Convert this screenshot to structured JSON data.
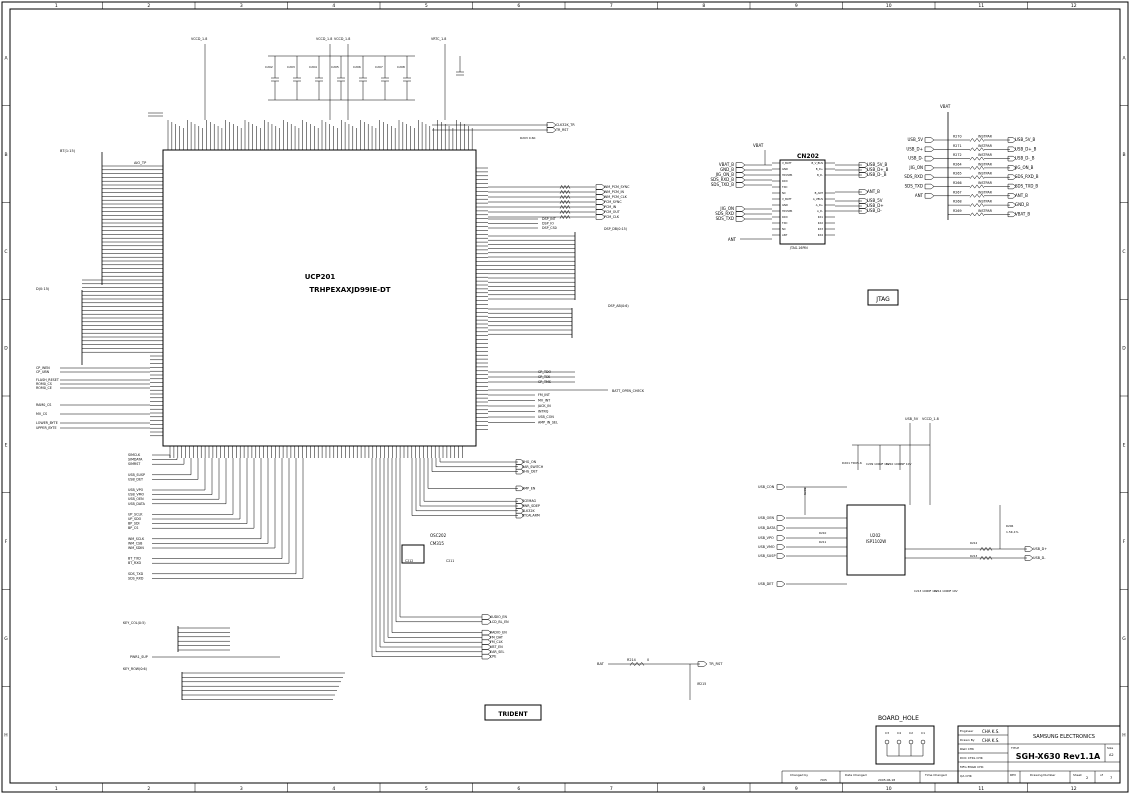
{
  "grid": {
    "columns": [
      "1",
      "2",
      "3",
      "4",
      "5",
      "6",
      "7",
      "8",
      "9",
      "10",
      "11",
      "12"
    ],
    "rows": [
      "A",
      "B",
      "C",
      "D",
      "E",
      "F",
      "G",
      "H"
    ]
  },
  "ucp": {
    "ref": "UCP201",
    "part": "TRHPEXAXJD99IE-DT",
    "addr_prefix": "A_D",
    "data_prefix": "D",
    "left_bus_label": "BT(1:15)",
    "data_bus_label": "D(0:15)",
    "aio_tp": "AIO_TP",
    "left_signals": [
      "CP_WEN",
      "CP_UBN",
      "FLASH_RESET",
      "ROM0_CS",
      "ROM0_CE",
      "RAM0_CS",
      "MV_CS",
      "LOWER_BYTE",
      "UPPER_BYTE"
    ],
    "right_signals": [
      "WM_PCM_SYNC",
      "WM_PCM_IN",
      "WM_PCM_CLK",
      "PCM_SYNC",
      "PCM_IN",
      "PCM_OUT",
      "PCM_CLK"
    ],
    "dsp_signals": [
      "DSP_INT",
      "DSP_IO",
      "DSP_CS0"
    ],
    "dsp_bus": "DSP_DB(0:15)",
    "dsp_abus": "DSP_AB(0:6)",
    "clk_signals": [
      "CLK32K_TR",
      "TR_RST"
    ],
    "r_top": "R203 0.6K",
    "vcc_top": [
      "VCCD_1.8",
      "VCCD_1.8",
      "VCCD_1.8",
      "VRTC_1.8"
    ],
    "caps_top": [
      "C202",
      "C203",
      "C204",
      "C205",
      "C206",
      "C207",
      "C208"
    ],
    "jtag_signals": [
      "CP_TDO",
      "CP_TCK",
      "CP_TMS"
    ],
    "batt_check": "BATT_OPEN_CHECK",
    "misc_signals": [
      "FM_INT",
      "MV_INT",
      "JACK_IN",
      "INTRQ",
      "USB_CON",
      "AMP_IN_SEL"
    ],
    "bottom_left_signals": [
      "SIMCLK",
      "SIMDATA",
      "SIMRST",
      "USB_SUSP",
      "USB_DET",
      "USB_VPO",
      "USB_VMO",
      "USB_OEN",
      "USB_DATA",
      "UP_SCLK",
      "UP_SDO",
      "BP_SDI",
      "BP_CS",
      "WM_SCLK",
      "WM_CSB",
      "WM_SDIN",
      "BT_TXD",
      "BT_RXD",
      "SDS_TXD",
      "SDS_RXD"
    ],
    "key_col": "KEY_COL(0:5)",
    "key_row": "KEY_ROW(0:6)",
    "pwr_sup": "PWR1_SUP",
    "bottom_right_signals": [
      "CHG_ON",
      "EAR_SWITCH",
      "CHG_DET",
      "AMP_EN",
      "SCEMAG",
      "PWR_SDEP",
      "CLK32K",
      "RTCALARM"
    ],
    "lower_right_signals": [
      "AUDIO_EN",
      "LCD_BL_EN",
      "RADIO_EN",
      "FM_DAT",
      "FM_CLK",
      "VBT_EN",
      "EAR_SEL",
      "CPE"
    ],
    "osc_ref": "OSC202",
    "osc_part": "CM315",
    "osc_caps": [
      "C212",
      "C211"
    ]
  },
  "jtag": {
    "ref": "CN202",
    "part": "JTAG-16PIN",
    "title_box": "JTAG",
    "vbat": "VBAT",
    "left_nets": [
      "VBAT_B",
      "GND_B",
      "JIG_ON_B",
      "SDS_RXD_B",
      "SDS_TXD_B"
    ],
    "left_nets2": [
      "JIG_ON",
      "SDS_RXD",
      "SDS_TXD"
    ],
    "ant": "ANT",
    "right_nets": [
      "USB_5V_B",
      "USB_D+_B",
      "USB_D-_B",
      "ANT_B",
      "USB_5V",
      "USB_D+",
      "USB_D-"
    ],
    "pins_left": [
      "V_BATT",
      "GND",
      "HP-PWR",
      "RXD",
      "TXD",
      "NC",
      "V_BATT",
      "GND",
      "HP-PWR",
      "RXD",
      "TXD",
      "NC",
      "ANT"
    ],
    "pins_right": [
      "B_V_BUS",
      "B_D+",
      "B_D-",
      "",
      "",
      "B_ANT",
      "A_VBUS",
      "A_D+",
      "A_D-",
      "RX1",
      "RX2",
      "RX3",
      "RX4"
    ]
  },
  "instpar": {
    "vbat": "VBAT",
    "rows": [
      {
        "left": "USB_5V",
        "ref": "R270",
        "value": "INSTPAR",
        "right": "USB_5V_B"
      },
      {
        "left": "USB_D+",
        "ref": "R271",
        "value": "INSTPAR",
        "right": "USB_D+_B"
      },
      {
        "left": "USB_D-",
        "ref": "R272",
        "value": "INSTPAR",
        "right": "USB_D-_B"
      },
      {
        "left": "JIG_ON",
        "ref": "R264",
        "value": "INSTPAR",
        "right": "JIG_ON_B"
      },
      {
        "left": "SDS_RXD",
        "ref": "R265",
        "value": "INSTPAR",
        "right": "SDS_RXD_B"
      },
      {
        "left": "SDS_TXD",
        "ref": "R266",
        "value": "INSTPAR",
        "right": "SDS_TXD_B"
      },
      {
        "left": "ANT",
        "ref": "R267",
        "value": "INSTPAR",
        "right": "ANT_B"
      },
      {
        "left": "",
        "ref": "R268",
        "value": "INSTPAR",
        "right": "GND_B"
      },
      {
        "left": "",
        "ref": "R269",
        "value": "INSTPAR",
        "right": "VBAT_B"
      }
    ]
  },
  "usb": {
    "ref": "U202",
    "part": "ISP1102W",
    "power": [
      "USB_5V",
      "VCCD_1.8"
    ],
    "diode": "D201 TD05.6",
    "caps": [
      "C209 100NF 16V",
      "C210 1000NF 10V",
      "C213 100NF 10V",
      "C214 100NF 10V"
    ],
    "r_pull": "R209",
    "left_nets": [
      "USB_CON",
      "USB_OEN",
      "USB_DATA",
      "USB_VPO",
      "USB_VMO",
      "USB_SUSP",
      "USB_DET"
    ],
    "resistors": [
      "R210",
      "R211",
      "R212",
      "R213",
      "R206"
    ],
    "right_nets": [
      "USB_D+",
      "USB_D-"
    ],
    "r206_value": "1.5K,1%"
  },
  "misc": {
    "batt": "BAT",
    "r214": "R214",
    "r214_value": "0",
    "tr_rst": "TR_RST",
    "ir": "IR215",
    "trident": "TRIDENT",
    "board_hole": "BOARD_HOLE",
    "holes": [
      "C3",
      "C4",
      "C2",
      "C1"
    ]
  },
  "titleblock": {
    "engineer_label": "Engineer",
    "engineer": "CHA K.S.",
    "drawn_label": "Drawn By",
    "drawn": "CHA K.S.",
    "r_d_chk": "R&D CHK",
    "doc_ctrl": "DOC CTRL CHK",
    "mfg": "MFG ENGR CHK",
    "qa": "QA CHK",
    "company": "SAMSUNG ELECTRONICS",
    "title_label": "TITLE",
    "title": "SGH-X630 Rev1.1A",
    "size_label": "Size",
    "size": "A2",
    "changed_by_label": "Changed by",
    "changed_by": "r505",
    "date_changed_label": "Date Changed",
    "date_changed": "2005.06.18",
    "time_changed_label": "Time Changed",
    "rev_label": "REV",
    "drawing_no_label": "Drawing Number",
    "sheet_label": "Sheet",
    "sheet": "2",
    "of_label": "of",
    "of": "7"
  }
}
